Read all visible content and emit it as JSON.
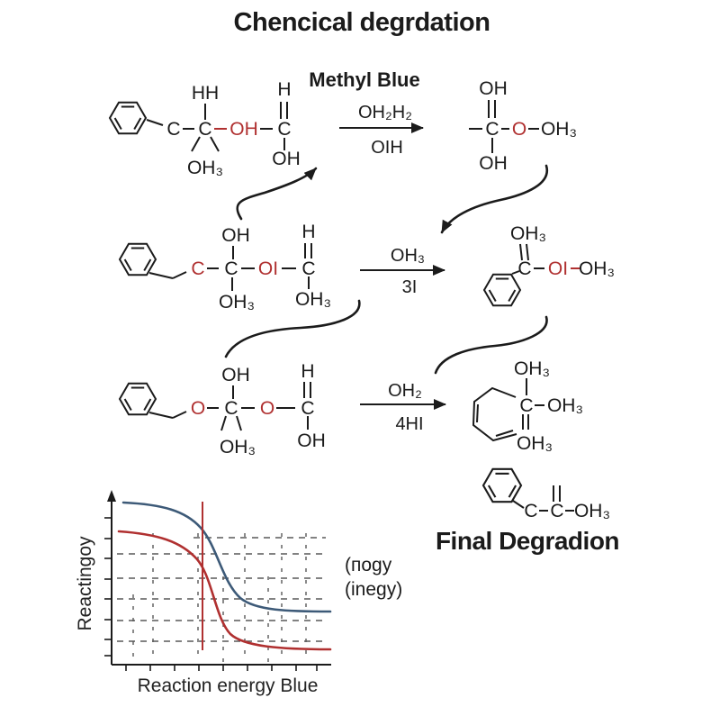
{
  "title": "Chencical degrdation",
  "headings": {
    "methyl_blue": "Methyl Blue",
    "final": "Final Degradion"
  },
  "atoms": {
    "C": "C",
    "H": "H",
    "HH": "HH",
    "O": "O",
    "OH": "OH",
    "OH3": "OH₃",
    "OI": "OI"
  },
  "reactions": {
    "r1": {
      "above": "OH₂H₂",
      "below": "OIH"
    },
    "r2": {
      "above": "OH₃",
      "below": "3I"
    },
    "r3": {
      "above": "OH₂",
      "below": "4HI"
    }
  },
  "chart": {
    "ylabel": "Reactingoy",
    "xlabel": "Reaction energy Blue",
    "note1": "(пogy",
    "note2": "(inegy)"
  },
  "colors": {
    "red": "#b03030",
    "blue": "#3d5a78",
    "black": "#1b1b1b",
    "grid": "#585858"
  },
  "chart_data": {
    "type": "line",
    "title": "",
    "xlabel": "Reaction energy Blue",
    "ylabel": "Reactingoy",
    "grid": "dashed",
    "legend_position": "none",
    "x_range": [
      0,
      10
    ],
    "y_range": [
      0,
      10
    ],
    "series": [
      {
        "name": "blue-curve",
        "color": "#3d5a78",
        "x": [
          0,
          1,
          2,
          3,
          4,
          4.4,
          5,
          6,
          7,
          8,
          9,
          10
        ],
        "y": [
          9.5,
          9.4,
          9.1,
          8.4,
          6.9,
          6.0,
          4.6,
          3.5,
          3.2,
          3.1,
          3.1,
          3.1
        ]
      },
      {
        "name": "red-curve",
        "color": "#b03030",
        "x": [
          0,
          1,
          2,
          3,
          4,
          4.4,
          5,
          6,
          7,
          8,
          9,
          10
        ],
        "y": [
          7.8,
          7.7,
          7.4,
          6.5,
          4.7,
          3.3,
          2.0,
          1.2,
          1.0,
          0.9,
          0.9,
          0.9
        ]
      },
      {
        "name": "vertical-marker-line",
        "color": "#b03030",
        "x": [
          4.15,
          4.15
        ],
        "y": [
          0.85,
          9.6
        ]
      }
    ]
  }
}
